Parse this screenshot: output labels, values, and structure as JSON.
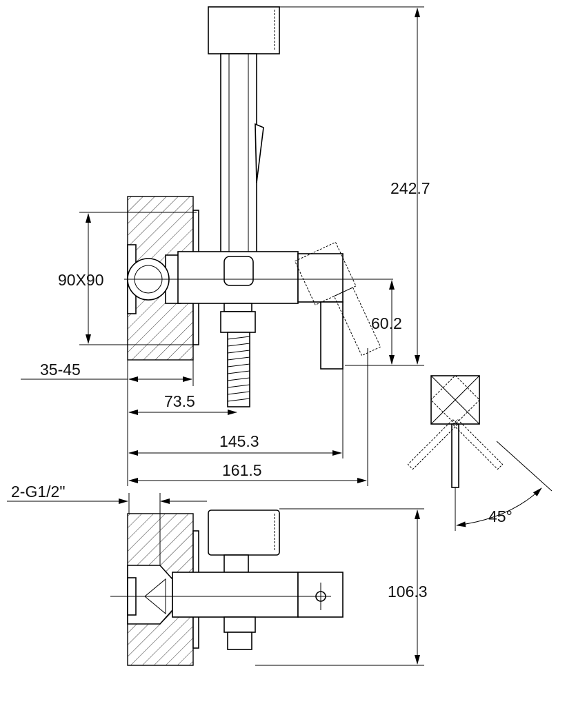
{
  "dimensions": {
    "overall_height": "242.7",
    "mount_plate": "90X90",
    "lever_offset": "60.2",
    "wall_depth": "35-45",
    "hose_offset": "73.5",
    "body_length": "145.3",
    "total_length": "161.5",
    "connection": "2-G1/2\"",
    "lever_angle": "45°",
    "side_height": "106.3"
  }
}
